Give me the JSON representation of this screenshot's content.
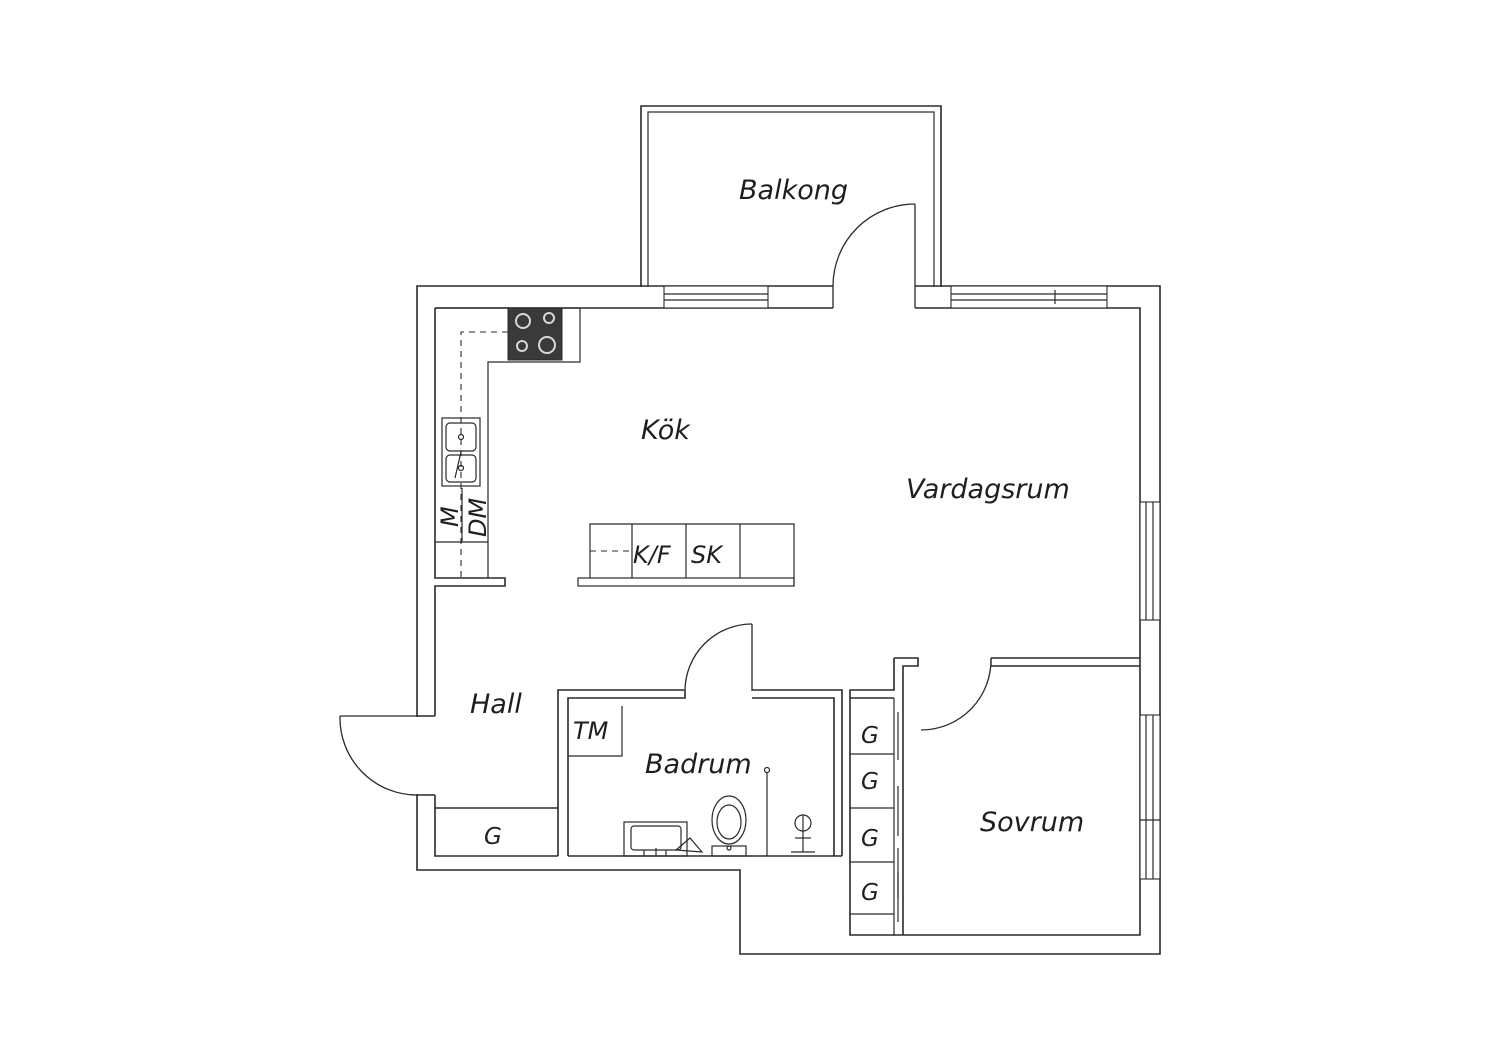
{
  "floorplan": {
    "rooms": {
      "balkong": "Balkong",
      "kok": "Kök",
      "vardagsrum": "Vardagsrum",
      "hall": "Hall",
      "badrum": "Badrum",
      "sovrum": "Sovrum"
    },
    "fixtures": {
      "kyl_frys": "K/F",
      "skap": "SK",
      "tvattmaskin": "TM",
      "mikro": "M",
      "diskmaskin": "DM",
      "hall_garderob": "G",
      "sovrum_garderober": [
        "G",
        "G",
        "G",
        "G"
      ]
    },
    "colors": {
      "line": "#2a2a2a",
      "stove": "#3a3a3a",
      "background": "#ffffff"
    },
    "icons": [
      "stove-icon",
      "sink-icon",
      "toilet-icon",
      "washbasin-icon",
      "shower-icon",
      "door-swing-icon"
    ]
  }
}
